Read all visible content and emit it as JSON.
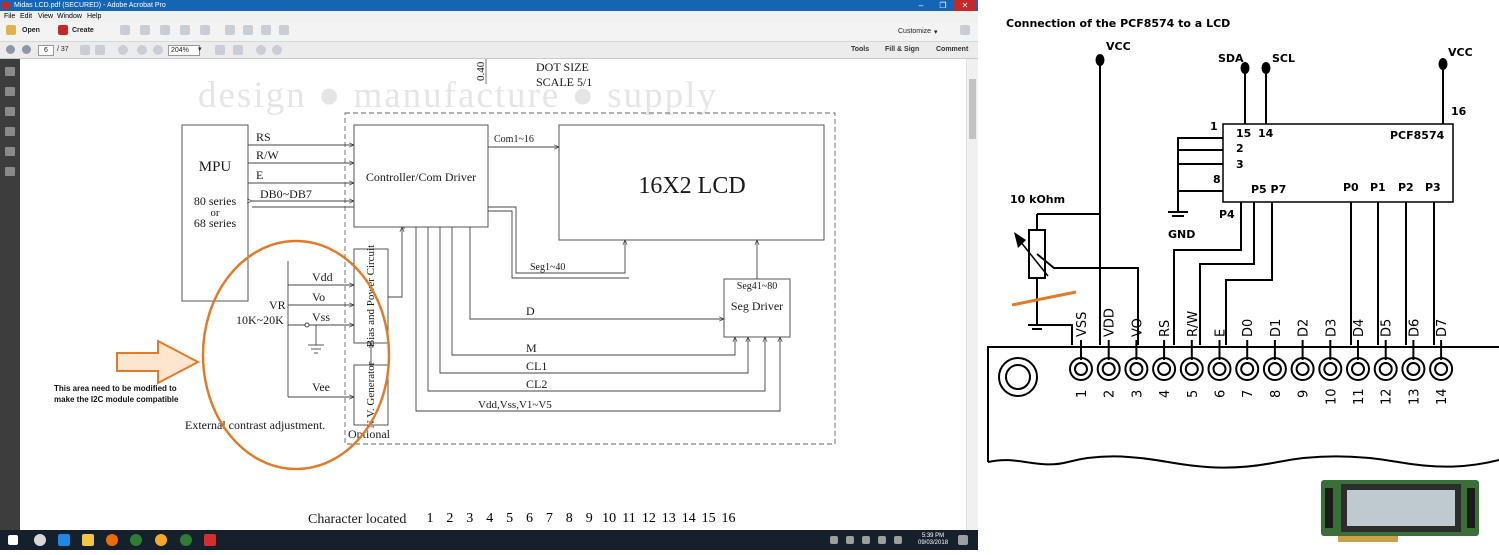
{
  "window": {
    "title": "Midas LCD.pdf (SECURED) - Adobe Acrobat Pro",
    "controls": [
      "–",
      "❐",
      "✕"
    ]
  },
  "menu": [
    "File",
    "Edit",
    "View",
    "Window",
    "Help"
  ],
  "toolbar": {
    "open_label": "Open",
    "create_label": "Create",
    "customize_label": "Customize",
    "page_current": "6",
    "page_total": "/ 37",
    "zoom": "204%",
    "tools_label": "Tools",
    "fillsign_label": "Fill & Sign",
    "comment_label": "Comment"
  },
  "pdf": {
    "watermark": "design ● manufacture ● supply",
    "dot_size": "DOT SIZE",
    "scale": "SCALE 5/1",
    "side_value": "0.40",
    "mpu_title": "MPU",
    "mpu_line1": "80 series",
    "mpu_line2": "or",
    "mpu_line3": "68 series",
    "sig_rs": "RS",
    "sig_rw": "R/W",
    "sig_e": "E",
    "sig_db": "DB0~DB7",
    "controller": "Controller/Com Driver",
    "com": "Com1~16",
    "lcd": "16X2 LCD",
    "seg1": "Seg1~40",
    "seg41": "Seg41~80",
    "seg_driver": "Seg Driver",
    "bias_power": "Bias and Power Circuit",
    "nv_generator": "N.V. Generator",
    "vdd": "Vdd",
    "vo": "Vo",
    "vss": "Vss",
    "vee": "Vee",
    "vr": "VR",
    "vr_value": "10K~20K",
    "sig_d": "D",
    "sig_m": "M",
    "sig_cl1": "CL1",
    "sig_cl2": "CL2",
    "sig_vdd_vss": "Vdd,Vss,V1~V5",
    "ext_contrast": "External contrast adjustment.",
    "optional": "Optional",
    "note": "This area need to be modified to make the I2C module compatible",
    "char_located": "Character located",
    "char_numbers": [
      "1",
      "2",
      "3",
      "4",
      "5",
      "6",
      "7",
      "8",
      "9",
      "10",
      "11",
      "12",
      "13",
      "14",
      "15",
      "16"
    ]
  },
  "taskbar": {
    "time": "5:39 PM",
    "date": "09/03/2018"
  },
  "schematic": {
    "title": "Connection of the PCF8574 to a LCD",
    "vcc_left": "VCC",
    "vcc_right": "VCC",
    "sda": "SDA",
    "scl": "SCL",
    "chip": "PCF8574",
    "pin1": "1",
    "pin15": "15",
    "pin14": "14",
    "pin2": "2",
    "pin3": "3",
    "pin8": "8",
    "pin16": "16",
    "gnd": "GND",
    "pot": "10 kOhm",
    "chip_p4": "P4",
    "chip_p5p7": "P5 P7",
    "chip_p0": "P0",
    "chip_p1": "P1",
    "chip_p2": "P2",
    "chip_p3": "P3",
    "lcd_signals": [
      "VSS",
      "VDD",
      "VO",
      "RS",
      "R/W",
      "E",
      "D0",
      "D1",
      "D2",
      "D3",
      "D4",
      "D5",
      "D6",
      "D7"
    ],
    "lcd_pins": [
      "1",
      "2",
      "3",
      "4",
      "5",
      "6",
      "7",
      "8",
      "9",
      "10",
      "11",
      "12",
      "13",
      "14"
    ]
  },
  "colors": {
    "titlebar": "#1565b5",
    "taskbar": "#16202c",
    "annotation": "#e07b2a",
    "arrow_fill": "#fde5cf"
  }
}
